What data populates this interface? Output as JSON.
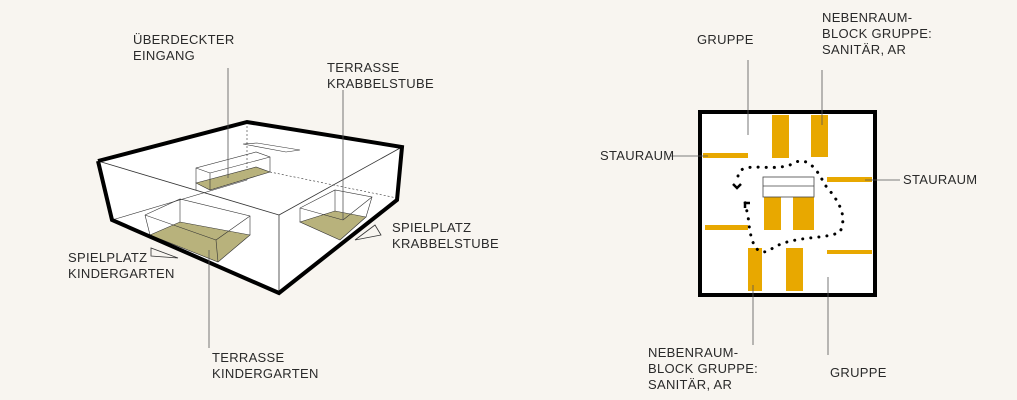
{
  "left_diagram": {
    "labels": {
      "covered_entrance": "ÜBERDECKTER\nEINGANG",
      "terrace_crawlers": "TERRASSE\nKRABBELSTUBE",
      "playground_crawlers": "SPIELPLATZ\nKRABBELSTUBE",
      "playground_kindergarten": "SPIELPLATZ\nKINDERGARTEN",
      "terrace_kindergarten": "TERRASSE\nKINDERGARTEN"
    }
  },
  "right_diagram": {
    "labels": {
      "group_top": "GRUPPE",
      "ancillary_top": "NEBENRAUM-\nBLOCK GRUPPE:\nSANITÄR, AR",
      "storage_left": "STAURAUM",
      "storage_right": "STAURAUM",
      "ancillary_bottom": "NEBENRAUM-\nBLOCK GRUPPE:\nSANITÄR, AR",
      "group_bottom": "GRUPPE"
    }
  },
  "colors": {
    "background": "#f8f5f0",
    "ochre": "#e8a800",
    "olive": "#b8b27c"
  }
}
